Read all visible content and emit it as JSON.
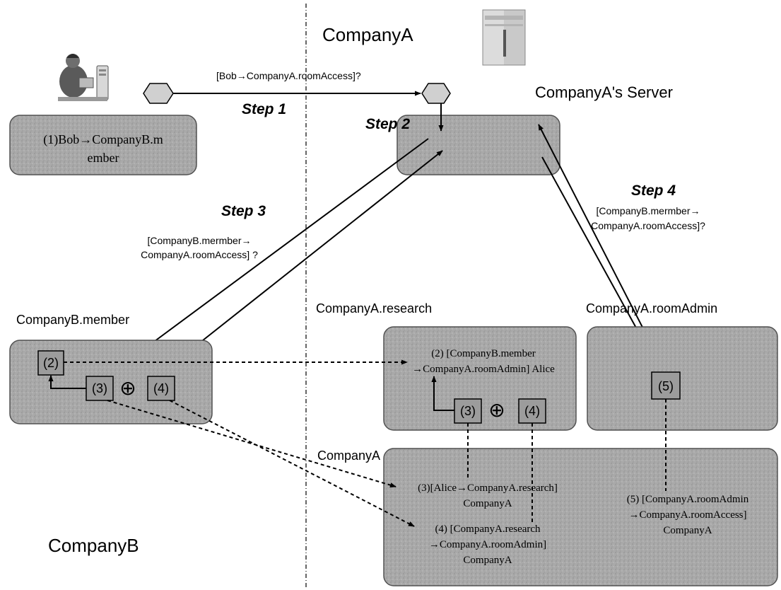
{
  "regions": {
    "company_a": "CompanyA",
    "company_b": "CompanyB",
    "server": "CompanyA's Server"
  },
  "steps": {
    "step1": "Step 1",
    "step2": "Step 2",
    "step3": "Step 3",
    "step4": "Step 4"
  },
  "queries": {
    "q1": "[Bob→CompanyA.roomAccess]?",
    "q3_line1": "[CompanyB.mermber→",
    "q3_line2": "CompanyA.roomAccess] ?",
    "q4_line1": "[CompanyB.mermber→",
    "q4_line2": "CompanyA.roomAccess]?"
  },
  "bob_credential": {
    "line1": "(1)Bob→CompanyB.m",
    "line2": "ember"
  },
  "role_labels": {
    "companyb_member": "CompanyB.member",
    "research": "CompanyA.research",
    "room_admin": "CompanyA.roomAdmin",
    "companya_issuer": "CompanyA"
  },
  "markers": {
    "m2": "(2)",
    "m3": "(3)",
    "m4": "(4)",
    "m5": "(5)",
    "oplus": "⊕"
  },
  "credentials": {
    "c2_line1": "(2) [CompanyB.member",
    "c2_line2": "→CompanyA.roomAdmin] Alice",
    "c3_line1": "(3)[Alice→CompanyA.research]",
    "c3_line2": "CompanyA",
    "c4_line1": "(4) [CompanyA.research",
    "c4_line2": "→CompanyA.roomAdmin]",
    "c4_line3": "CompanyA",
    "c5_line1": "(5) [CompanyA.roomAdmin",
    "c5_line2": "→CompanyA.roomAccess]",
    "c5_line3": "CompanyA"
  }
}
